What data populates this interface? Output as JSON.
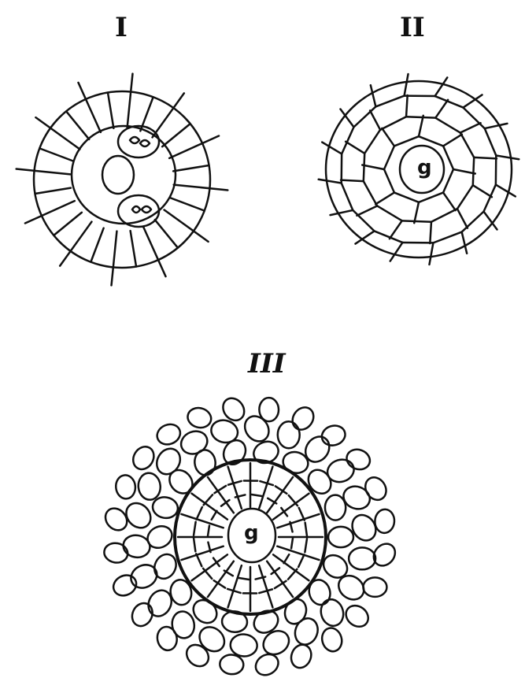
{
  "figures": [
    {
      "label": "I"
    },
    {
      "label": "II",
      "center_mark": "g"
    },
    {
      "label": "III",
      "center_mark": "g"
    }
  ]
}
